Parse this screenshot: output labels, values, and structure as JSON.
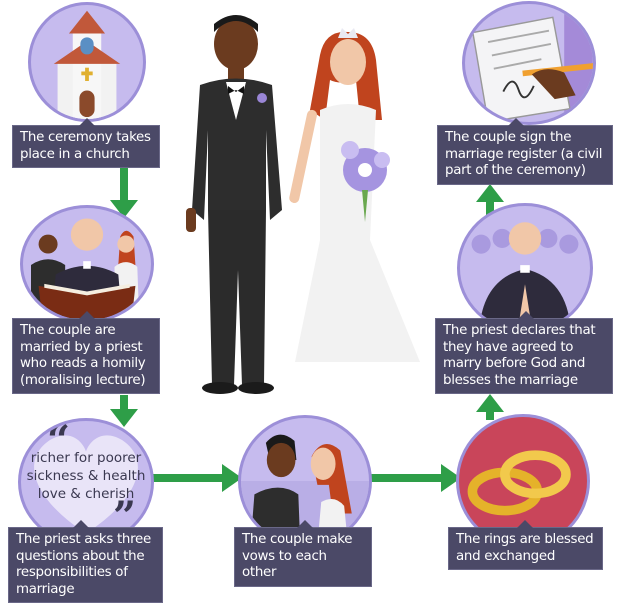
{
  "steps": [
    {
      "label": "The ceremony takes place in a church"
    },
    {
      "label": "The couple are married by a priest who reads a homily (moralising lecture)"
    },
    {
      "label": "The priest asks three questions about the responsibilities of marriage",
      "vows": [
        "richer for poorer",
        "sickness & health",
        "love & cherish"
      ]
    },
    {
      "label": "The couple make vows to each other"
    },
    {
      "label": "The rings are blessed and exchanged"
    },
    {
      "label": "The priest declares that they have agreed to marry before God and blesses the marriage"
    },
    {
      "label": "The couple sign the marriage register (a civil part of the ceremony)"
    }
  ],
  "colors": {
    "box": "#4b4967",
    "circle": "#c6bbee",
    "circle_border": "#9c8fd8",
    "arrow": "#2e9e48"
  }
}
